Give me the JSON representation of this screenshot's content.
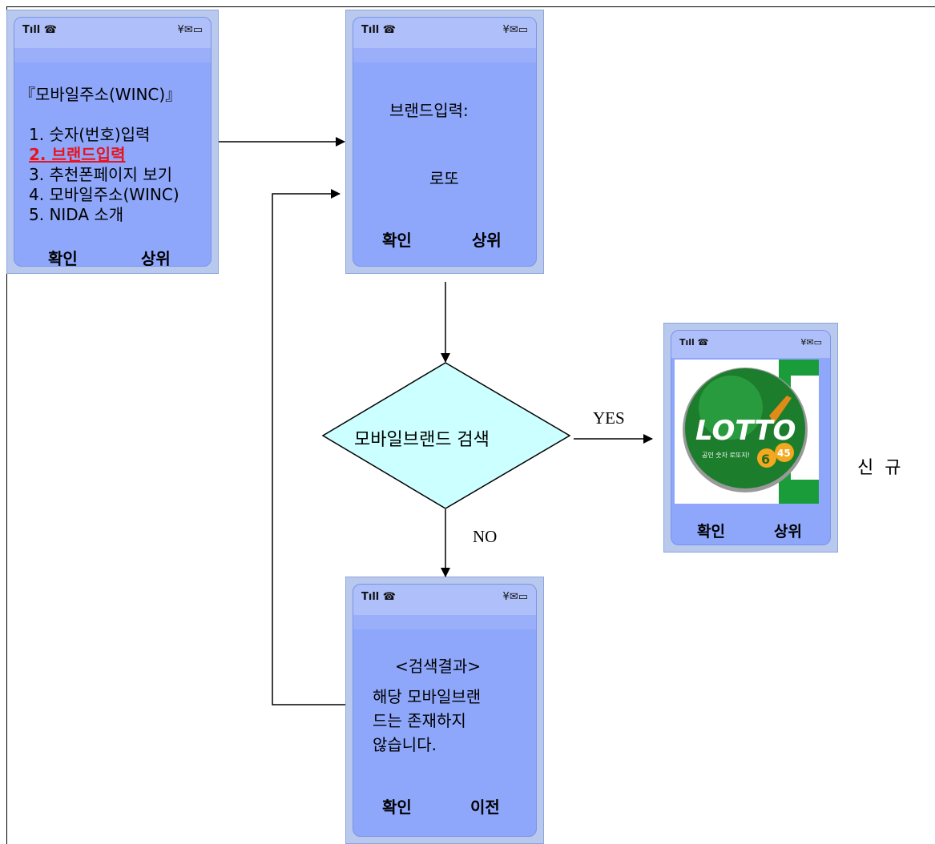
{
  "phone1": {
    "status_left": "Tıll ☎",
    "status_right": "¥✉▭",
    "title": "『모바일주소(WINC)』",
    "menu": [
      "1. 숫자(번호)입력",
      "2. 브랜드입력",
      "3. 추천폰페이지 보기",
      "4. 모바일주소(WINC)",
      "5. NIDA 소개"
    ],
    "soft_left": "확인",
    "soft_right": "상위"
  },
  "phone2": {
    "status_left": "Tıll ☎",
    "status_right": "¥✉▭",
    "prompt": "브랜드입력:",
    "value": "로또",
    "soft_left": "확인",
    "soft_right": "상위"
  },
  "phone3": {
    "status_left": "Tıll ☎",
    "status_right": "¥✉▭",
    "logo_text": "LOTTO",
    "logo_sub": "6/45",
    "logo_caption": "공인 숫자 로또지!",
    "soft_left": "확인",
    "soft_right": "상위"
  },
  "phone4": {
    "status_left": "Tıll ☎",
    "status_right": "¥✉▭",
    "heading": "<검색결과>",
    "line1": "해당 모바일브랜",
    "line2": "드는 존재하지",
    "line3": "않습니다.",
    "soft_left": "확인",
    "soft_right": "이전"
  },
  "decision": {
    "label": "모바일브랜드 검색",
    "yes": "YES",
    "no": "NO"
  },
  "side_note": "신  규",
  "colors": {
    "phone_screen": "#8ea7fb",
    "diamond_fill": "#ccffff",
    "highlight": "#e8141e"
  }
}
